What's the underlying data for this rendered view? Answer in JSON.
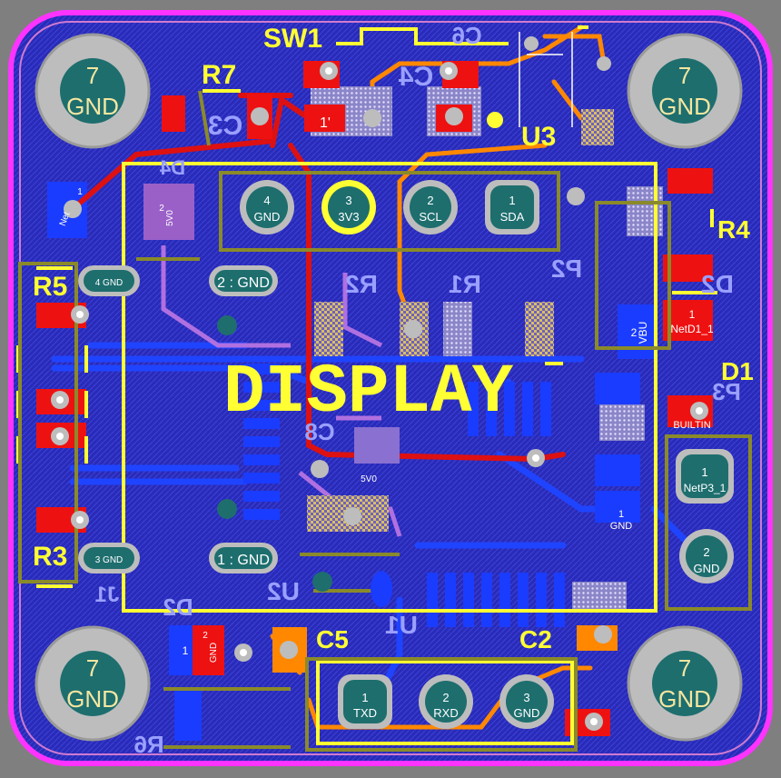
{
  "colors": {
    "background": "#7f7f7f",
    "board": "#2a2ab8",
    "outline": "#ff33ff",
    "silkscreen": "#ffff33",
    "copper_top": "#ee1111",
    "copper_bottom": "#1a3cff",
    "trace_top": "#dd1111",
    "trace_bottom": "#1f44ff",
    "trace_orange": "#ff8800",
    "pad_teal": "#1e6e6e",
    "mounting_hole": "#bdbdbd"
  },
  "mounting_holes": [
    {
      "id": "tl",
      "number": "7",
      "net": "GND"
    },
    {
      "id": "tr",
      "number": "7",
      "net": "GND"
    },
    {
      "id": "bl",
      "number": "7",
      "net": "GND"
    },
    {
      "id": "br",
      "number": "7",
      "net": "GND"
    }
  ],
  "designators": {
    "sw1": "SW1",
    "r7": "R7",
    "r5": "R5",
    "r3": "R3",
    "r4": "R4",
    "d1": "D1",
    "u3": "U3",
    "c5": "C5",
    "c2": "C2",
    "display": "DISPLAY"
  },
  "mirrored_labels": {
    "c3": "C3",
    "c4": "C4",
    "c6": "C6",
    "r2": "R2",
    "r1": "R1",
    "p2": "P2",
    "d2_top": "D2",
    "p3": "P3",
    "c8": "C8",
    "u1": "U1",
    "j1": "J1",
    "u2": "U2",
    "d2_bottom": "D2",
    "r6": "R6",
    "d4": "D4"
  },
  "header_pins": [
    {
      "number": "4",
      "net": "GND"
    },
    {
      "number": "3",
      "net": "3V3"
    },
    {
      "number": "2",
      "net": "SCL"
    },
    {
      "number": "1",
      "net": "SDA"
    }
  ],
  "uart_pins": [
    {
      "number": "1",
      "net": "TXD"
    },
    {
      "number": "2",
      "net": "RXD"
    },
    {
      "number": "3",
      "net": "GND"
    }
  ],
  "p3_pins": [
    {
      "number": "1",
      "net": "NetP3_1"
    },
    {
      "number": "2",
      "net": "GND"
    }
  ],
  "display_pads": {
    "top_left": "4 GND",
    "top_right": "2 : GND",
    "bottom_left": "3 GND",
    "bottom_right": "1 : GND"
  },
  "small_labels": {
    "d4_pad": "5V0",
    "d4_pin": "2",
    "c8_pad": "5V0",
    "sw1_pad": "1'",
    "left_pad": "Net",
    "left_pad_num": "1",
    "d2_net": "NetD1_1",
    "d2_pin": "1",
    "led_pad": "BUILTIN",
    "mid_gnd_pin": "1",
    "mid_gnd": "GND",
    "d2b_pin": "1",
    "d2b_gnd": "GND",
    "d2b_pin2": "2",
    "vbus": "VBU",
    "vbus_pin": "2"
  }
}
